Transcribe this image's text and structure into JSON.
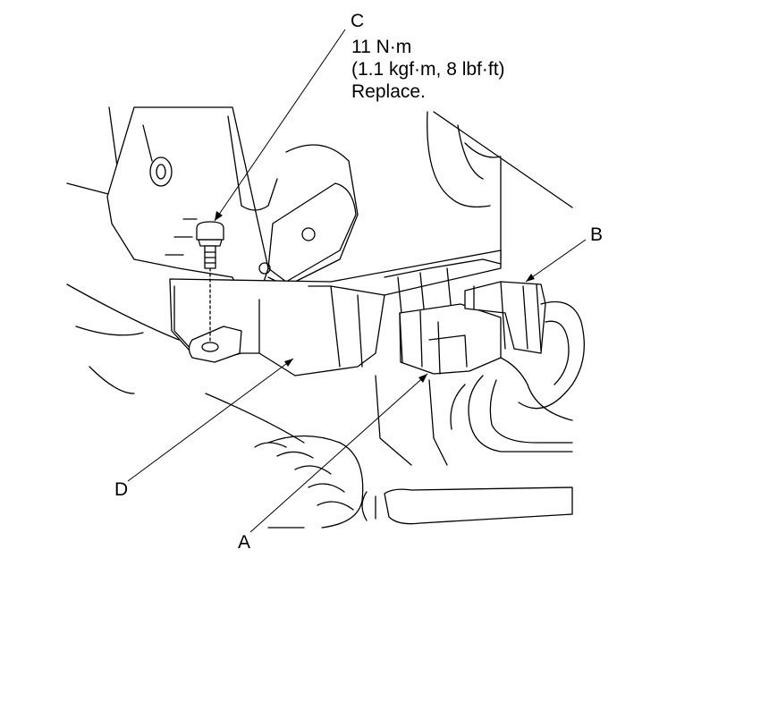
{
  "labels": {
    "a": "A",
    "b": "B",
    "c": "C",
    "d": "D"
  },
  "torque_spec": {
    "value": "11 N·m",
    "conversion": "(1.1 kgf·m, 8 lbf·ft)",
    "note": "Replace."
  },
  "colors": {
    "line": "#000000",
    "background": "#ffffff"
  }
}
